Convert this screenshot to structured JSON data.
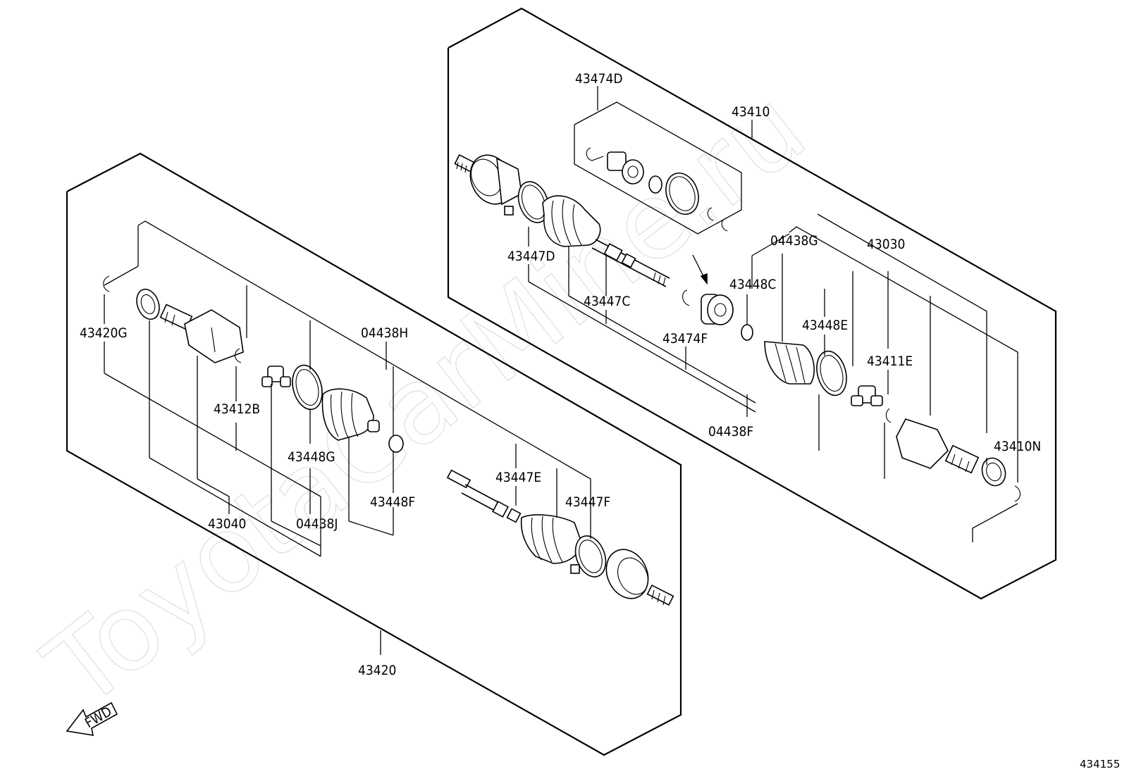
{
  "watermark": "ToyotaCarMine.ru",
  "diagram_id": "434155",
  "fwd_label": "FWD",
  "labels": {
    "p43474D": "43474D",
    "p43410": "43410",
    "p43447D": "43447D",
    "p43447C": "43447C",
    "p04438G": "04438G",
    "p43030": "43030",
    "p43448C": "43448C",
    "p43474F": "43474F",
    "p43448E": "43448E",
    "p43411E": "43411E",
    "p04438F": "04438F",
    "p43410N": "43410N",
    "p43420G": "43420G",
    "p04438H": "04438H",
    "p43412B": "43412B",
    "p43448G": "43448G",
    "p43447E": "43447E",
    "p43448F": "43448F",
    "p43447F": "43447F",
    "p43040": "43040",
    "p04438J": "04438J",
    "p43420": "43420"
  }
}
